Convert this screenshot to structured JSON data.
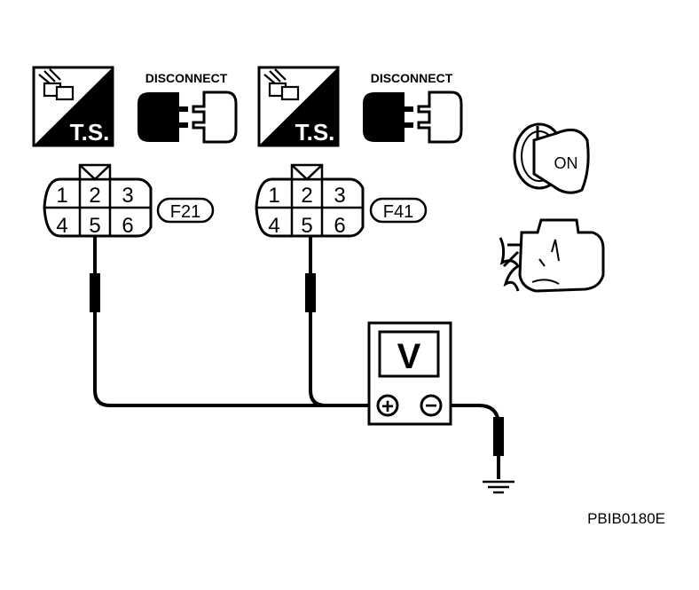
{
  "colors": {
    "ink": "#000000",
    "paper": "#ffffff"
  },
  "icons": {
    "ts_label": "T.S.",
    "disconnect_label": "DISCONNECT",
    "ignition_label": "ON"
  },
  "connectors": [
    {
      "id": "F21",
      "pins_top": [
        "1",
        "2",
        "3"
      ],
      "pins_bottom": [
        "4",
        "5",
        "6"
      ]
    },
    {
      "id": "F41",
      "pins_top": [
        "1",
        "2",
        "3"
      ],
      "pins_bottom": [
        "4",
        "5",
        "6"
      ]
    }
  ],
  "meter": {
    "display": "V",
    "positive_symbol": "+",
    "negative_symbol": "−"
  },
  "figure_code": "PBIB0180E"
}
